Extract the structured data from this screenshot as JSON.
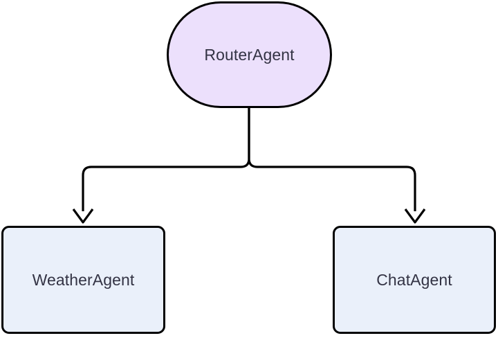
{
  "diagram": {
    "type": "flowchart",
    "orientation": "top-down",
    "background_color": "#ffffff",
    "nodes": [
      {
        "id": "router",
        "label": "RouterAgent",
        "shape": "stadium",
        "fill_color": "#ece0fc",
        "border_color": "#000000",
        "text_color": "#333344"
      },
      {
        "id": "weather",
        "label": "WeatherAgent",
        "shape": "rounded-rectangle",
        "fill_color": "#eaf0fa",
        "border_color": "#000000",
        "text_color": "#333344"
      },
      {
        "id": "chat",
        "label": "ChatAgent",
        "shape": "rounded-rectangle",
        "fill_color": "#eaf0fa",
        "border_color": "#000000",
        "text_color": "#333344"
      }
    ],
    "edges": [
      {
        "id": "router-to-weather",
        "from": "router",
        "to": "weather",
        "label": "",
        "arrowhead": "open-v",
        "stroke_color": "#000000"
      },
      {
        "id": "router-to-chat",
        "from": "router",
        "to": "chat",
        "label": "",
        "arrowhead": "open-v",
        "stroke_color": "#000000"
      }
    ]
  }
}
